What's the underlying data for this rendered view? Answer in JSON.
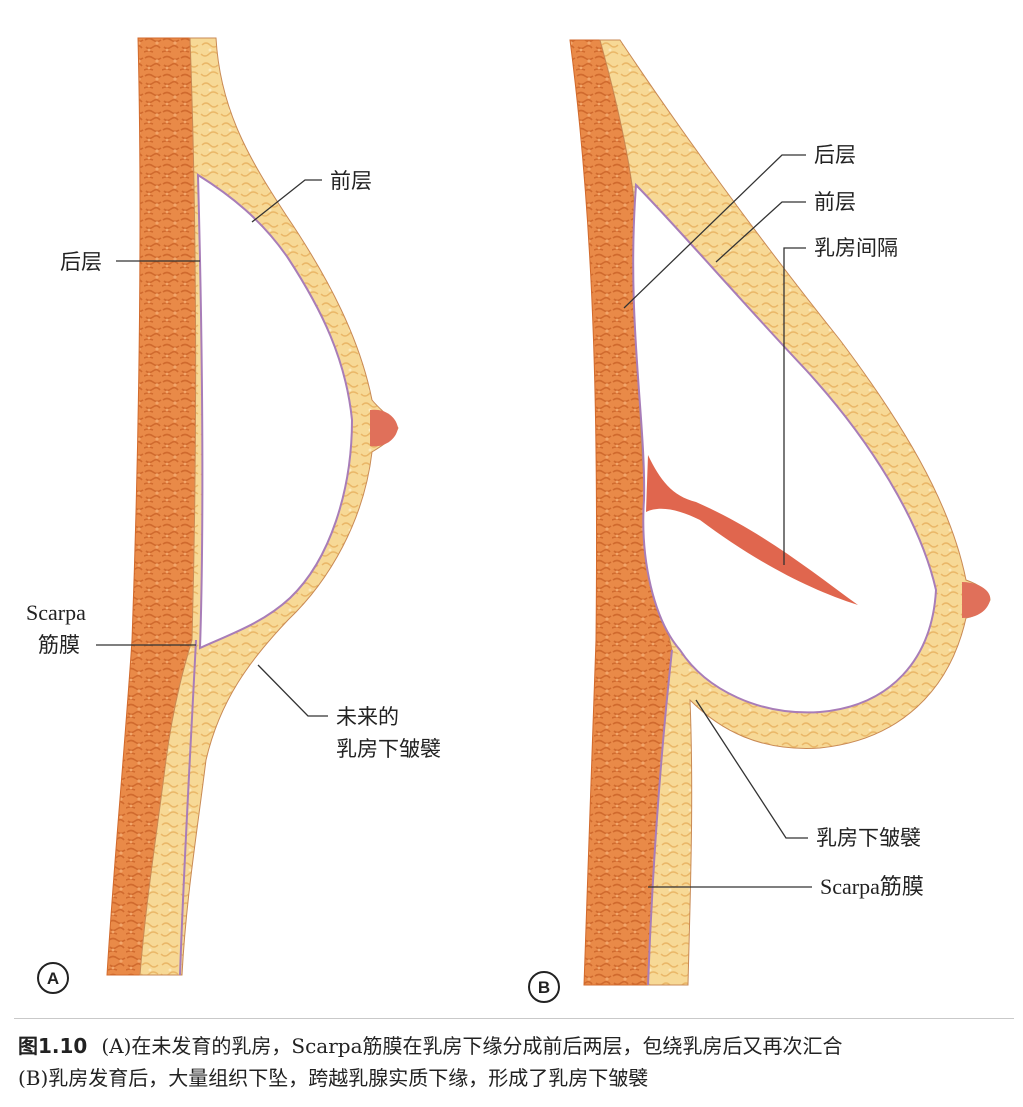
{
  "panel_a": {
    "letter": "A",
    "labels": {
      "anterior_layer": "前层",
      "posterior_layer": "后层",
      "scarpa_line1": "Scarpa",
      "scarpa_line2": "筋膜",
      "future_fold_line1": "未来的",
      "future_fold_line2": "乳房下皱襞"
    }
  },
  "panel_b": {
    "letter": "B",
    "labels": {
      "posterior_layer": "后层",
      "anterior_layer": "前层",
      "septum": "乳房间隔",
      "inframammary_fold": "乳房下皱襞",
      "scarpa_fascia": "Scarpa筋膜"
    }
  },
  "caption": {
    "figure_number": "图1.10",
    "line1": "(A)在未发育的乳房，Scarpa筋膜在乳房下缘分成前后两层，包绕乳房后又再次汇合",
    "line2": "(B)乳房发育后，大量组织下坠，跨越乳腺实质下缘，形成了乳房下皱襞"
  },
  "colors": {
    "muscle_orange": "#e98a48",
    "muscle_dark": "#d26a2c",
    "fat_yellow": "#f7d996",
    "fascia_purple": "#a87db8",
    "nipple_pink": "#e0705a",
    "septum_red": "#e0664e",
    "leader_line": "#333333"
  }
}
